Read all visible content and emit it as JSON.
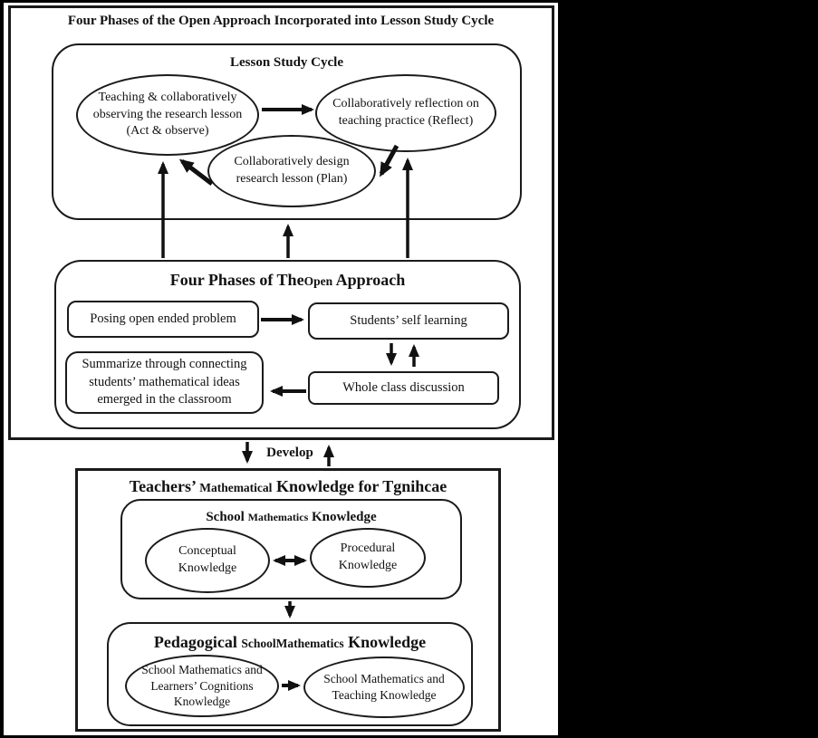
{
  "palette": {
    "canvas_background": "#000000",
    "paper_background": "#ffffff",
    "ink": "#111111"
  },
  "upper_section": {
    "title": "Four Phases of the Open Approach Incorporated into Lesson Study Cycle",
    "lesson_study_cycle": {
      "title": "Lesson Study Cycle",
      "act_observe": "Teaching & collaboratively observing the research lesson (Act & observe)",
      "reflect": "Collaboratively reflection on teaching practice (Reflect)",
      "plan": "Collaboratively design research lesson (Plan)"
    },
    "open_approach": {
      "title_part1": "Four Phases of The",
      "title_part2": "Open",
      "title_part3": " Approach",
      "posing": "Posing open ended problem",
      "self_learning": "Students’ self learning",
      "summarize": "Summarize through connecting students’ mathematical ideas emerged in the classroom",
      "whole_class": "Whole class discussion"
    }
  },
  "develop": {
    "label": "Develop"
  },
  "lower_section": {
    "title_part1": "Teachers’ ",
    "title_part2": "Mathematical",
    "title_part3": " Knowledge for Tgnihcae",
    "school_mathematics": {
      "title_part1": "School ",
      "title_part2": "Mathematics",
      "title_part3": " Knowledge",
      "conceptual": "Conceptual Knowledge",
      "procedural": "Procedural Knowledge"
    },
    "pedagogical": {
      "title_part1": "Pedagogical ",
      "title_part2": "SchoolMathematics",
      "title_part3": " Knowledge",
      "learners_cognitions": "School Mathematics and Learners’ Cognitions Knowledge",
      "teaching": "School Mathematics and Teaching Knowledge"
    }
  }
}
